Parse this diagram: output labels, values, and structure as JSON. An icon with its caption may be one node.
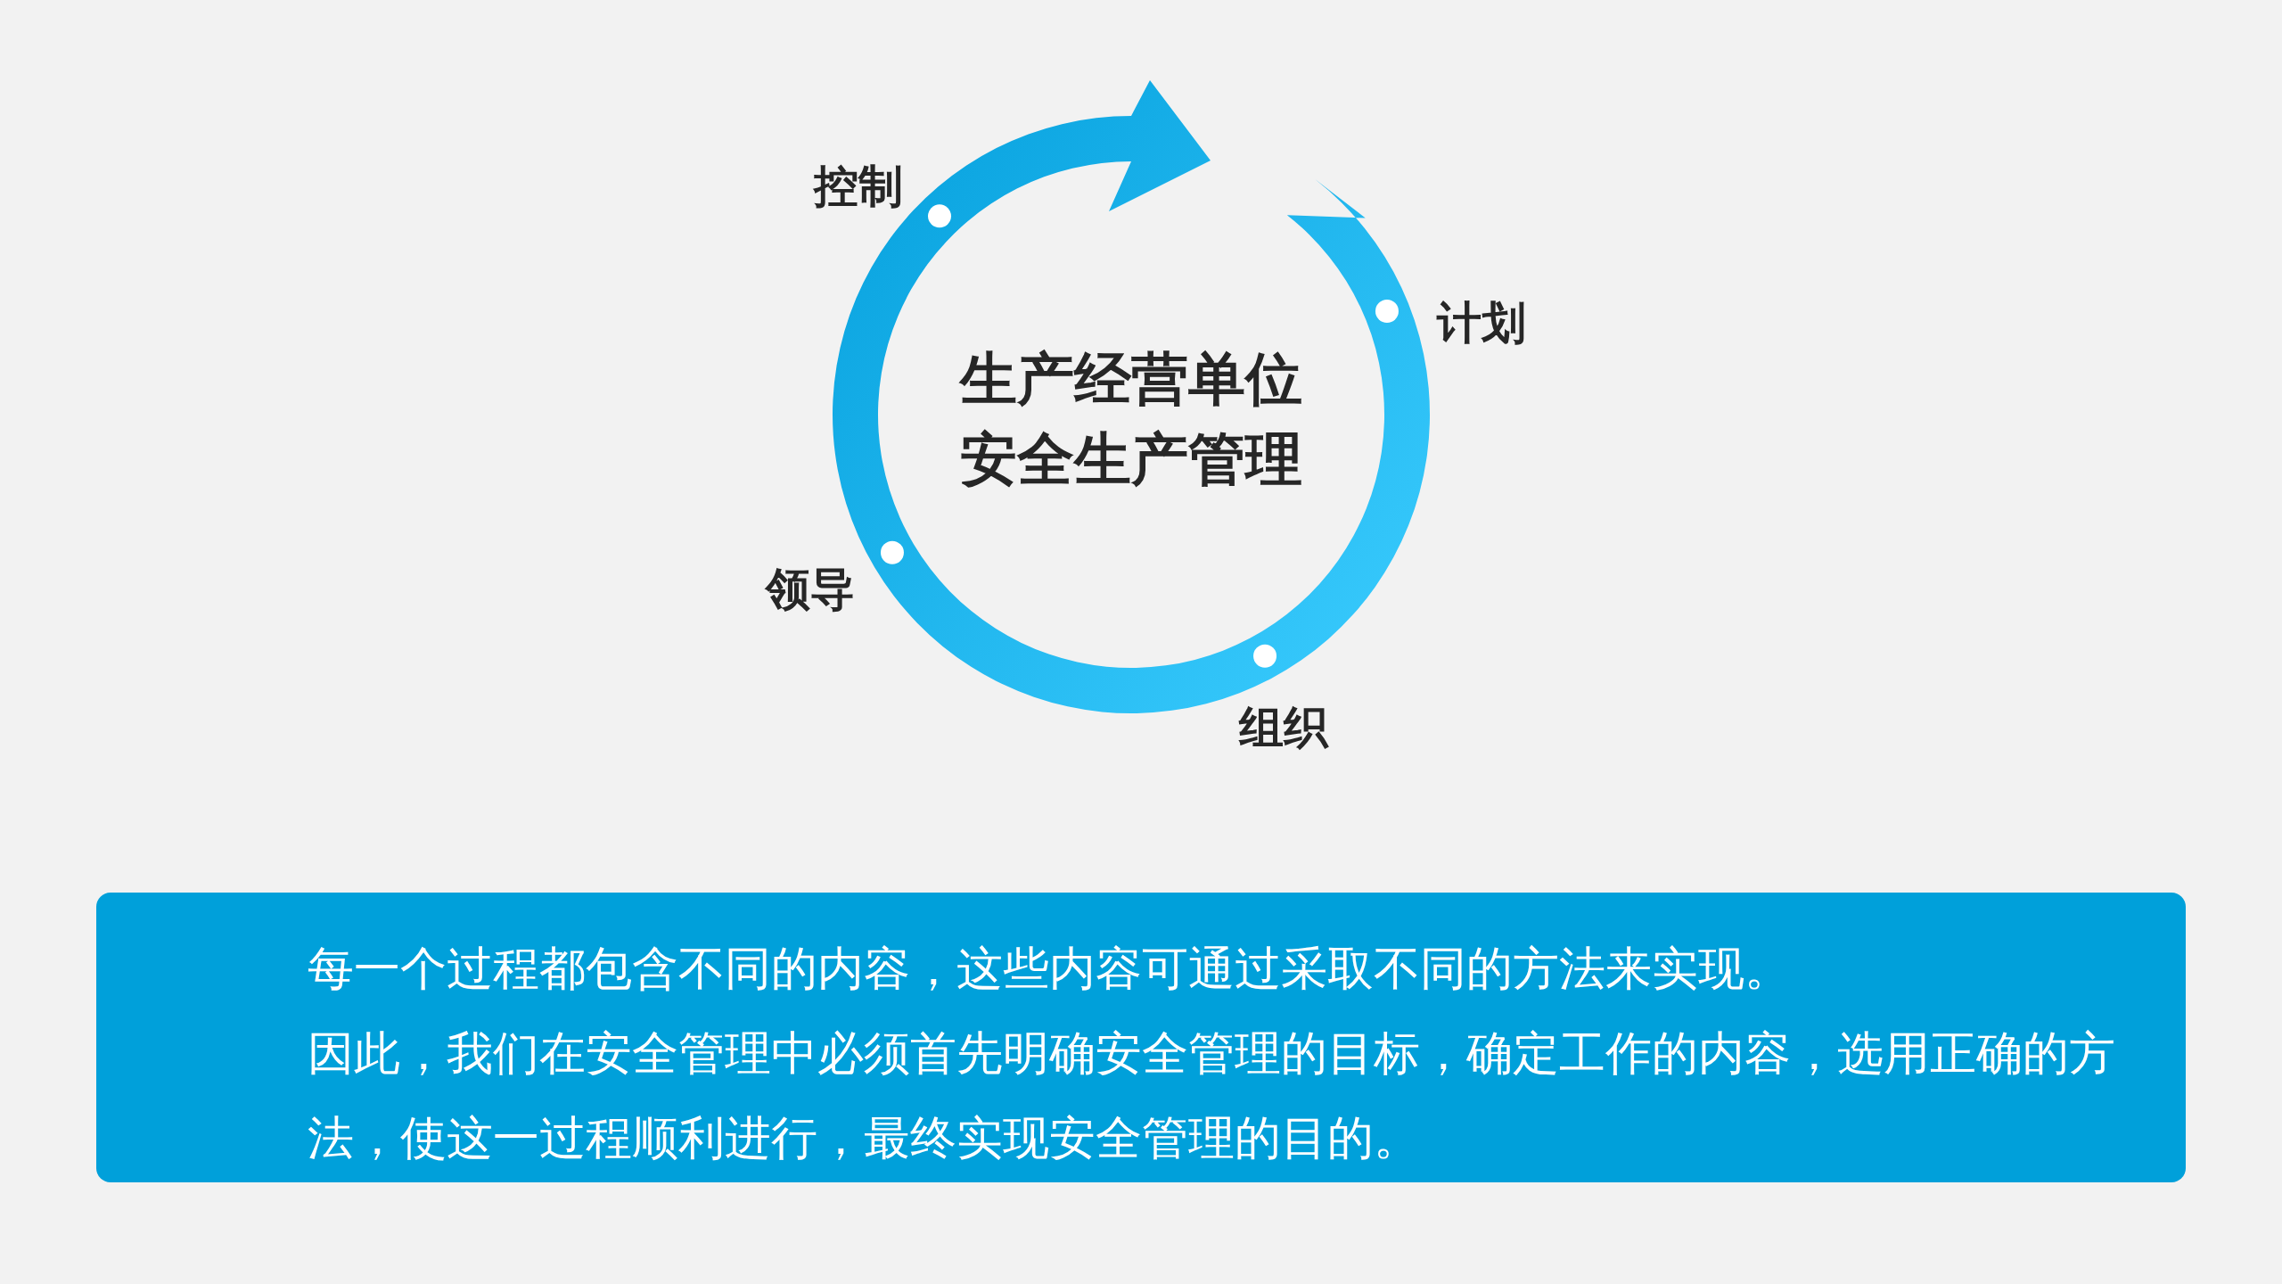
{
  "diagram": {
    "nodes": [
      {
        "text": [
          "生产经营单位安全生产管理"
        ]
      },
      {
        "text": [
          "每一个过程都包含不同的内容，这些内容可通过采取不同的方法来实现。",
          "因此，我们在安全管理中必须首先明确安全管理的目标，确定工作的内容，选用正确的方法，使这一过程顺利进行，最终实现安全管理的目的。"
        ]
      }
    ],
    "edges": [],
    "labels": [
      "控制",
      "计划",
      "领导",
      "组织"
    ]
  }
}
